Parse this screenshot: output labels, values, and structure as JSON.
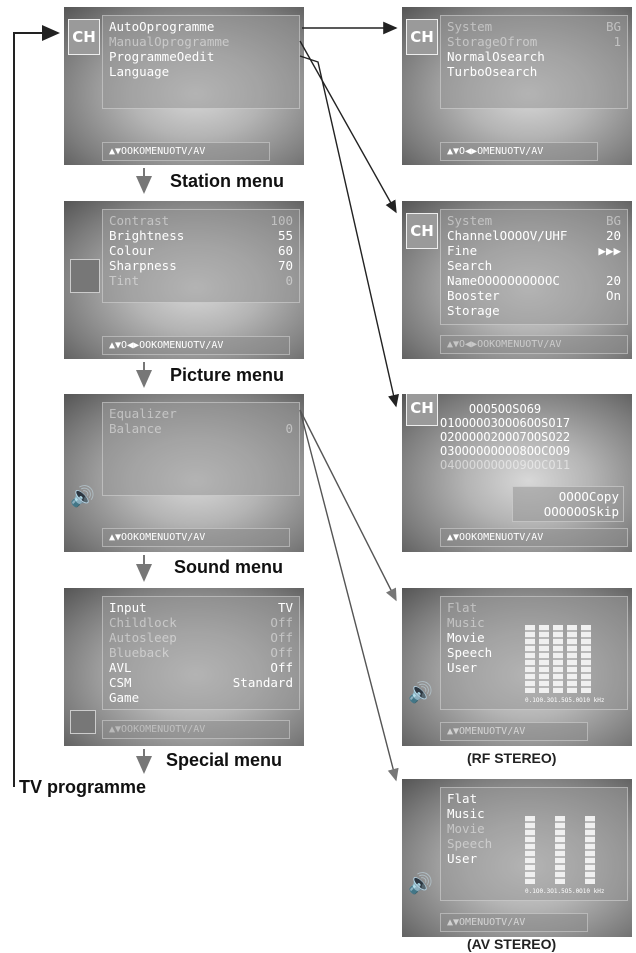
{
  "station": {
    "items": [
      {
        "label": "AutoOprogramme",
        "value": ""
      },
      {
        "label": "ManualOprogramme",
        "value": ""
      },
      {
        "label": "ProgrammeOedit",
        "value": ""
      },
      {
        "label": "Language",
        "value": ""
      }
    ],
    "nav": "▲▼OOKOMENUOTV/AV",
    "label": "Station menu",
    "icon": "CH"
  },
  "picture": {
    "items": [
      {
        "label": "Contrast",
        "value": "100"
      },
      {
        "label": "Brightness",
        "value": "55"
      },
      {
        "label": "Colour",
        "value": "60"
      },
      {
        "label": "Sharpness",
        "value": "70"
      },
      {
        "label": "Tint",
        "value": "0"
      }
    ],
    "nav": "▲▼O◀▶OOKOMENUOTV/AV",
    "label": "Picture menu"
  },
  "sound": {
    "items": [
      {
        "label": "Equalizer",
        "value": ""
      },
      {
        "label": "Balance",
        "value": "0"
      }
    ],
    "nav": "▲▼OOKOMENUOTV/AV",
    "label": "Sound menu"
  },
  "special": {
    "items": [
      {
        "label": "Input",
        "value": "TV"
      },
      {
        "label": "Childlock",
        "value": "Off"
      },
      {
        "label": "Autosleep",
        "value": "Off"
      },
      {
        "label": "Blueback",
        "value": "Off"
      },
      {
        "label": "AVL",
        "value": "Off"
      },
      {
        "label": "CSM",
        "value": "Standard"
      },
      {
        "label": "Game",
        "value": ""
      }
    ],
    "nav": "▲▼OOKOMENUOTV/AV",
    "label": "Special menu"
  },
  "tv_programme": "TV programme",
  "auto_programme": {
    "items": [
      {
        "label": "System",
        "value": "BG"
      },
      {
        "label": "StorageOfrom",
        "value": "1"
      },
      {
        "label": "NormalOsearch",
        "value": ""
      },
      {
        "label": "TurboOsearch",
        "value": ""
      }
    ],
    "nav": "▲▼O◀▶OMENUOTV/AV",
    "icon": "CH"
  },
  "manual_programme": {
    "items": [
      {
        "label": "System",
        "value": "BG"
      },
      {
        "label": "ChannelOOOOV/UHF",
        "value": "20"
      },
      {
        "label": "Fine",
        "value": "▶▶▶"
      },
      {
        "label": "Search",
        "value": ""
      },
      {
        "label": "NameOOOOOOOOOOC",
        "value": "20"
      },
      {
        "label": "Booster",
        "value": "On"
      },
      {
        "label": "Storage",
        "value": ""
      }
    ],
    "nav": "▲▼O◀▶OOKOMENUOTV/AV",
    "icon": "CH"
  },
  "programme_edit": {
    "rows": [
      "    OOO5OOSO69",
      "O1OOOOO3OOO6OOSO17",
      "O2OOOOO2OOO7OOSO22",
      "O3OOOOOOOOO8OOCOO9",
      "O4OOOOOOOOO9OOCO11"
    ],
    "copy": "OOOOCopy",
    "skip": "OOOOOOSkip",
    "nav": "▲▼OOKOMENUOTV/AV",
    "icon": "CH"
  },
  "equalizer_rf": {
    "items": [
      "Flat",
      "Music",
      "Movie",
      "Speech",
      "User"
    ],
    "scale": "0.1O0.3O1.5O5.0O10 kHz",
    "nav": "▲▼OMENUOTV/AV",
    "label": "(RF STEREO)",
    "bar_levels": [
      0.5,
      0.5,
      0.5,
      0.5,
      0.5
    ]
  },
  "equalizer_av": {
    "items": [
      "Flat",
      "Music",
      "Movie",
      "Speech",
      "User"
    ],
    "scale": "0.1O0.3O1.5O5.0O10 kHz",
    "nav": "▲▼OMENUOTV/AV",
    "label": "(AV STEREO)",
    "bar_levels": [
      0.5,
      0.5,
      0.5
    ]
  }
}
